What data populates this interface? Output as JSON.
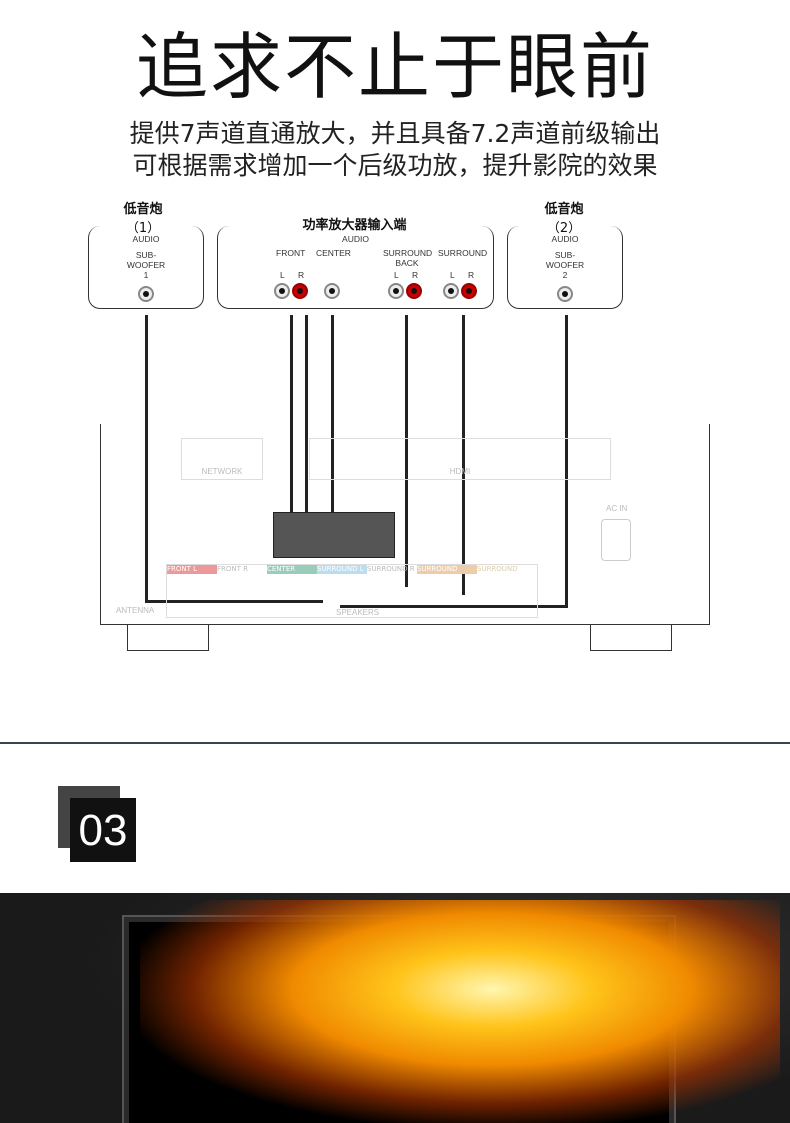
{
  "title": "追求不止于眼前",
  "subtitle_lines": [
    "提供7声道直通放大，并且具备7.2声道前级输出",
    "可根据需求增加一个后级功放，提升影院的效果"
  ],
  "diagram": {
    "sub1": {
      "heading": "低音炮",
      "index": "（1）",
      "audio": "AUDIO",
      "label1": "SUB-",
      "label2": "WOOFER",
      "num": "1"
    },
    "sub2": {
      "heading": "低音炮",
      "index": "（2）",
      "audio": "AUDIO",
      "label1": "SUB-",
      "label2": "WOOFER",
      "num": "2"
    },
    "amp": {
      "heading": "功率放大器输入端",
      "audio": "AUDIO",
      "front": "FRONT",
      "center": "CENTER",
      "surround_back": "SURROUND",
      "surround_back2": "BACK",
      "surround": "SURROUND",
      "l": "L",
      "r": "R"
    },
    "panel": {
      "ac_in": "AC IN",
      "speakers": "SPEAKERS",
      "front_l": "FRONT L",
      "front_r": "FRONT R",
      "center": "CENTER",
      "surround_l": "SURROUND L",
      "surround_r": "SURROUND R",
      "sb_l": "SURROUND BACK L",
      "sb_r": "SURROUND BACK R",
      "network": "NETWORK",
      "hdmi": "HDMI",
      "antenna": "ANTENNA"
    }
  },
  "section_number": "03"
}
